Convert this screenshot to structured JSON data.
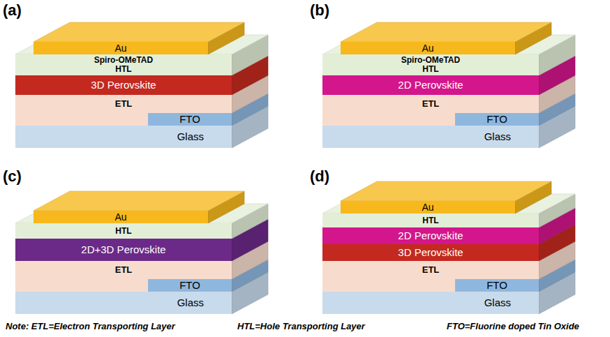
{
  "diagram": {
    "nodes": [
      {
        "text": [
          "Au"
        ]
      },
      {
        "text": [
          "Spiro-OMeTAD",
          "HTL"
        ]
      },
      {
        "text": [
          "3D Perovskite"
        ]
      },
      {
        "text": [
          "ETL"
        ]
      },
      {
        "text": [
          "FTO"
        ]
      },
      {
        "text": [
          "Glass"
        ]
      },
      {
        "text": [
          "Au"
        ]
      },
      {
        "text": [
          "Spiro-OMeTAD",
          "HTL"
        ]
      },
      {
        "text": [
          "2D  Perovskite"
        ]
      },
      {
        "text": [
          "ETL"
        ]
      },
      {
        "text": [
          "FTO"
        ]
      },
      {
        "text": [
          "Glass"
        ]
      },
      {
        "text": [
          "Au"
        ]
      },
      {
        "text": [
          "HTL"
        ]
      },
      {
        "text": [
          "2D+3D Perovskite"
        ]
      },
      {
        "text": [
          "ETL"
        ]
      },
      {
        "text": [
          "FTO"
        ]
      },
      {
        "text": [
          "Glass"
        ]
      },
      {
        "text": [
          "Au"
        ]
      },
      {
        "text": [
          "HTL"
        ]
      },
      {
        "text": [
          "2D Perovskite"
        ]
      },
      {
        "text": [
          "3D Perovskite"
        ]
      },
      {
        "text": [
          "ETL"
        ]
      },
      {
        "text": [
          "FTO"
        ]
      },
      {
        "text": [
          "Glass"
        ]
      }
    ],
    "edges": [],
    "labels": [
      "(a)",
      "(b)",
      "(c)",
      "(d)",
      "Note: ETL=Electron Transporting Layer",
      "HTL=Hole Transporting Layer",
      "FTO=Fluorine doped Tin Oxide"
    ]
  }
}
